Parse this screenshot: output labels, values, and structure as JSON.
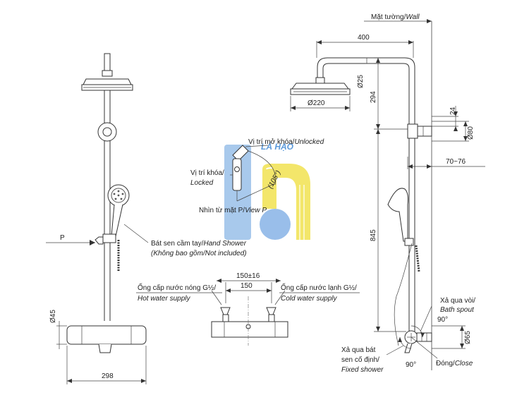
{
  "wall_label": "Mặt tường/Wall",
  "dimensions": {
    "arm_length": "400",
    "pipe_diameter": "Ø25",
    "head_diameter": "Ø220",
    "arm_height": "294",
    "bracket_offset": "24",
    "bracket_diameter": "Ø80",
    "wall_distance": "70~76",
    "rail_height": "845",
    "valve_diameter": "Ø65",
    "valve_height_front": "Ø45",
    "overall_width": "298",
    "inlet_spacing_tolerance": "150±16",
    "inlet_spacing": "150",
    "angle_rotation": "(105°)",
    "angle_spout": "90°",
    "angle_fixed": "90°"
  },
  "labels": {
    "unlocked_vi": "Vị trí mở khóa/",
    "unlocked_en": "Unlocked",
    "locked_vi": "Vị trí khóa/",
    "locked_en": "Locked",
    "view_vi": "Nhìn từ mặt P/",
    "view_en": "View P",
    "view_marker": "P",
    "hand_shower_vi": "Bát sen cầm tay/",
    "hand_shower_en": "Hand Shower",
    "not_included_vi": "(Không bao gồm/",
    "not_included_en": "Not included)",
    "hot_vi": "Ống cấp nước nóng G½/",
    "hot_en": "Hot water supply",
    "cold_vi": "Ống cấp nước lạnh G½/",
    "cold_en": "Cold water supply",
    "spout_vi": "Xả qua vòi/",
    "spout_en": "Bath spout",
    "fixed_vi_1": "Xả qua bát",
    "fixed_vi_2": "sen cố định/",
    "fixed_en": "Fixed shower",
    "close_vi": "Đóng/",
    "close_en": "Close",
    "watermark": "LÁ HẠO"
  }
}
